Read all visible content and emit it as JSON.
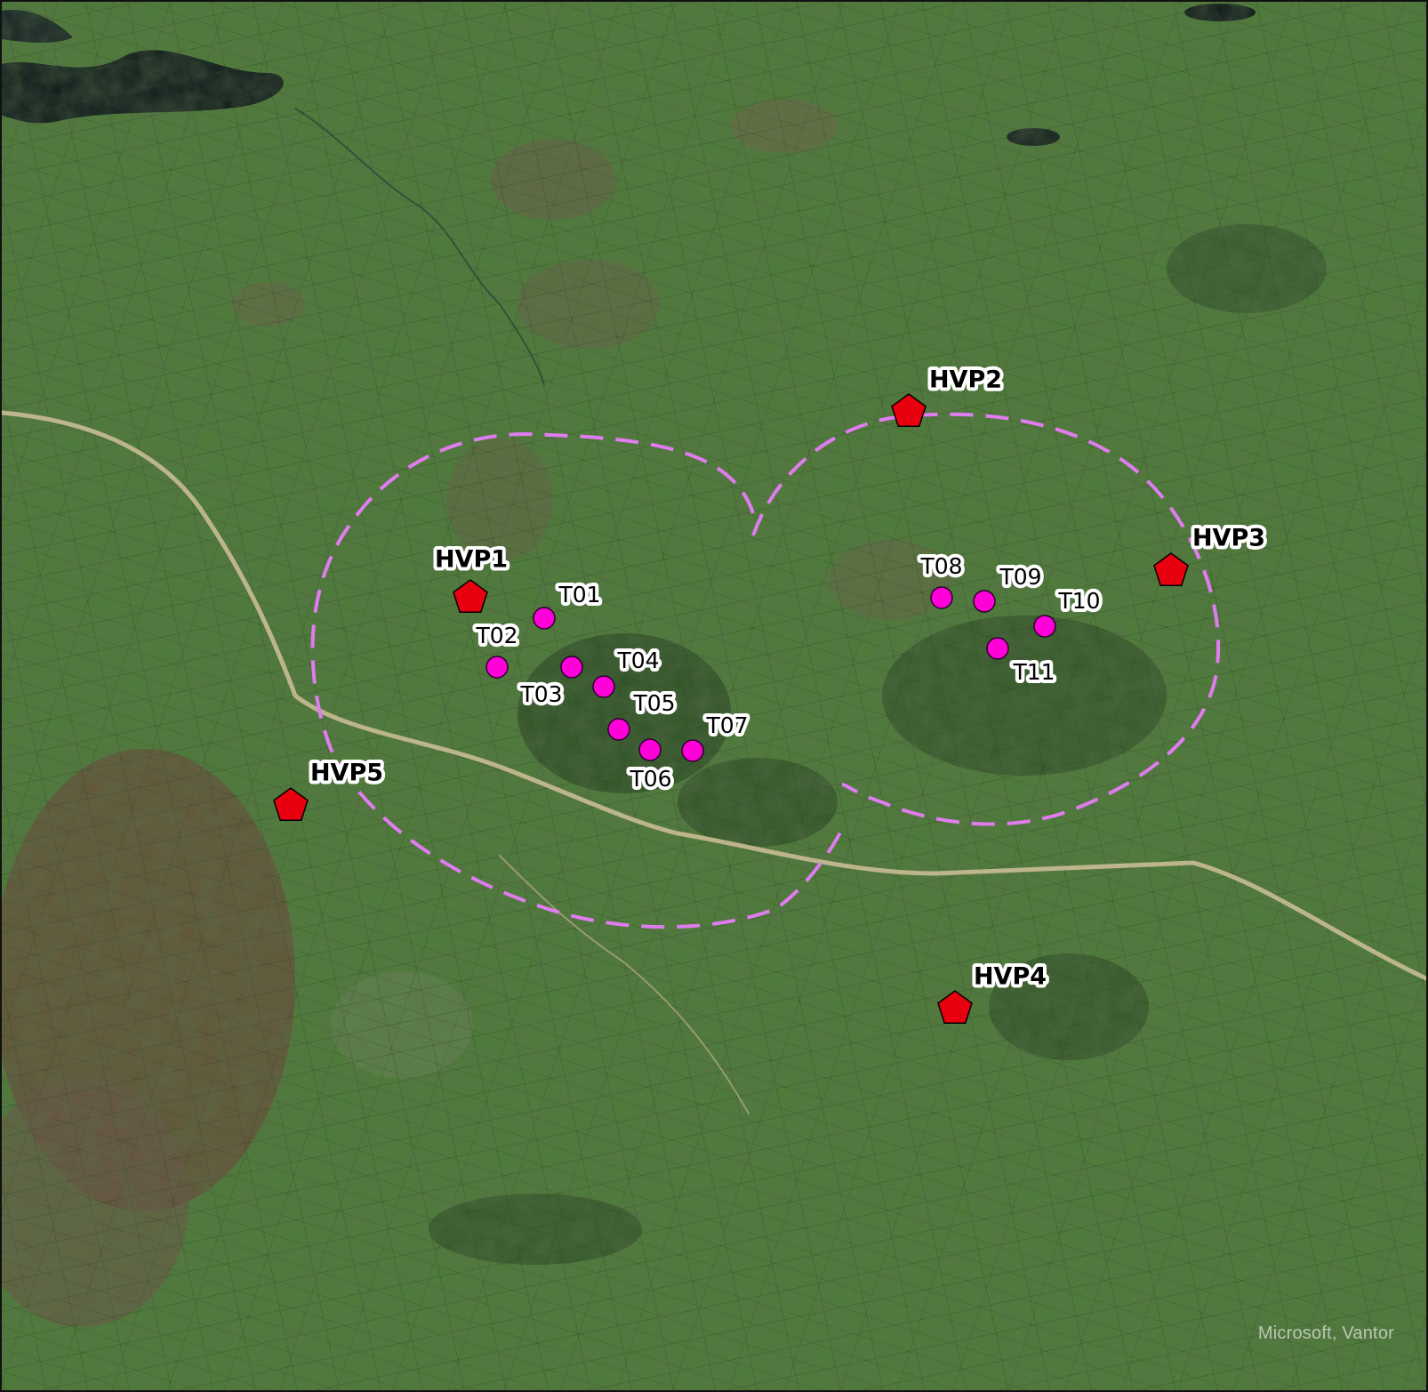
{
  "map": {
    "attribution": "Microsoft, Vantor",
    "colors": {
      "turbine_fill": "#ff00d9",
      "turbine_stroke": "#2a002a",
      "hvp_fill": "#e8000e",
      "hvp_stroke": "#000000",
      "buffer_stroke": "#e07cf0",
      "label_halo": "#ffffff",
      "label_text": "#000000"
    },
    "turbines": [
      {
        "id": "T01"
      },
      {
        "id": "T02"
      },
      {
        "id": "T03"
      },
      {
        "id": "T04"
      },
      {
        "id": "T05"
      },
      {
        "id": "T06"
      },
      {
        "id": "T07"
      },
      {
        "id": "T08"
      },
      {
        "id": "T09"
      },
      {
        "id": "T10"
      },
      {
        "id": "T11"
      }
    ],
    "viewpoints": [
      {
        "id": "HVP1"
      },
      {
        "id": "HVP2"
      },
      {
        "id": "HVP3"
      },
      {
        "id": "HVP4"
      },
      {
        "id": "HVP5"
      }
    ]
  }
}
